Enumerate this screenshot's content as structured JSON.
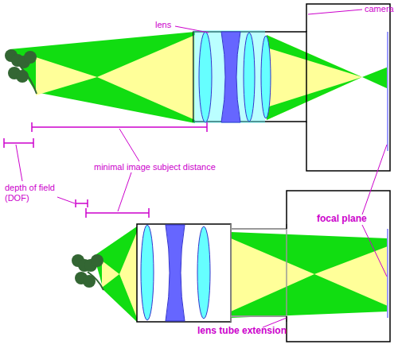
{
  "diagram": {
    "labels": [
      "camera",
      "lens",
      "depth of field (DOF)",
      "minimal image subject distance",
      "focal plane",
      "lens tube extension"
    ]
  }
}
